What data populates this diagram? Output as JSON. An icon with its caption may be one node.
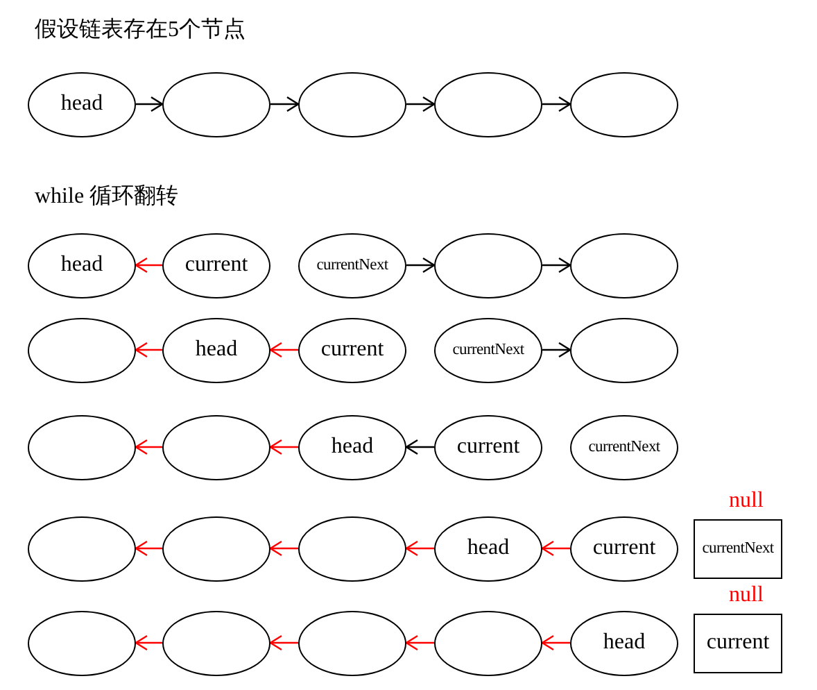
{
  "diagram": {
    "nodes": [
      {
        "text": [
          "head"
        ]
      },
      {
        "text": [],
        "shape": "ellipse"
      },
      {
        "text": [],
        "shape": "ellipse"
      },
      {
        "text": [],
        "shape": "ellipse"
      },
      {
        "text": [],
        "shape": "ellipse"
      },
      {
        "text": [
          "head"
        ]
      },
      {
        "text": [
          "current"
        ]
      },
      {
        "text": [
          "currentNext"
        ]
      },
      {
        "text": [],
        "shape": "ellipse"
      },
      {
        "text": [],
        "shape": "ellipse"
      },
      {
        "text": [],
        "shape": "ellipse"
      },
      {
        "text": [
          "head"
        ]
      },
      {
        "text": [
          "current"
        ]
      },
      {
        "text": [
          "currentNext"
        ]
      },
      {
        "text": [],
        "shape": "ellipse"
      },
      {
        "text": [],
        "shape": "ellipse"
      },
      {
        "text": [],
        "shape": "ellipse"
      },
      {
        "text": [
          "head"
        ]
      },
      {
        "text": [
          "current"
        ]
      },
      {
        "text": [
          "currentNext"
        ]
      },
      {
        "text": [],
        "shape": "ellipse"
      },
      {
        "text": [],
        "shape": "ellipse"
      },
      {
        "text": [],
        "shape": "ellipse"
      },
      {
        "text": [
          "head"
        ]
      },
      {
        "text": [
          "current"
        ]
      },
      {
        "text": [
          "currentNext"
        ],
        "beside": [
          "null"
        ]
      },
      {
        "text": [],
        "shape": "ellipse"
      },
      {
        "text": [],
        "shape": "ellipse"
      },
      {
        "text": [],
        "shape": "ellipse"
      },
      {
        "text": [],
        "shape": "ellipse"
      },
      {
        "text": [
          "head"
        ]
      },
      {
        "text": [
          "current"
        ],
        "beside": [
          "null"
        ]
      }
    ],
    "edges": [
      {
        "from": 0,
        "to": 1,
        "arrow": "to",
        "color": "#000000"
      },
      {
        "from": 1,
        "to": 2,
        "arrow": "to",
        "color": "#000000"
      },
      {
        "from": 2,
        "to": 3,
        "arrow": "to",
        "color": "#000000"
      },
      {
        "from": 3,
        "to": 4,
        "arrow": "to",
        "color": "#000000"
      },
      {
        "from": 6,
        "to": 5,
        "arrow": "to"
      },
      {
        "from": 7,
        "to": 8,
        "arrow": "to",
        "color": "#000000"
      },
      {
        "from": 8,
        "to": 9,
        "arrow": "to",
        "color": "#000000"
      },
      {
        "from": 11,
        "to": 10,
        "arrow": "to"
      },
      {
        "from": 12,
        "to": 11,
        "arrow": "to"
      },
      {
        "from": 13,
        "to": 14,
        "arrow": "to",
        "color": "#000000"
      },
      {
        "from": 16,
        "to": 15,
        "arrow": "to"
      },
      {
        "from": 17,
        "to": 16,
        "arrow": "to"
      },
      {
        "from": 18,
        "to": 17,
        "arrow": "to",
        "color": "#000000"
      },
      {
        "from": 21,
        "to": 20,
        "arrow": "to"
      },
      {
        "from": 22,
        "to": 21,
        "arrow": "to"
      },
      {
        "from": 23,
        "to": 22,
        "arrow": "to"
      },
      {
        "from": 24,
        "to": 23,
        "arrow": "to"
      },
      {
        "from": 27,
        "to": 26,
        "arrow": "to"
      },
      {
        "from": 28,
        "to": 27,
        "arrow": "to"
      },
      {
        "from": 29,
        "to": 28,
        "arrow": "to"
      },
      {
        "from": 30,
        "to": 29,
        "arrow": "to"
      }
    ],
    "labels": [
      "假设链表存在5个节点",
      "while 循环翻转"
    ]
  }
}
